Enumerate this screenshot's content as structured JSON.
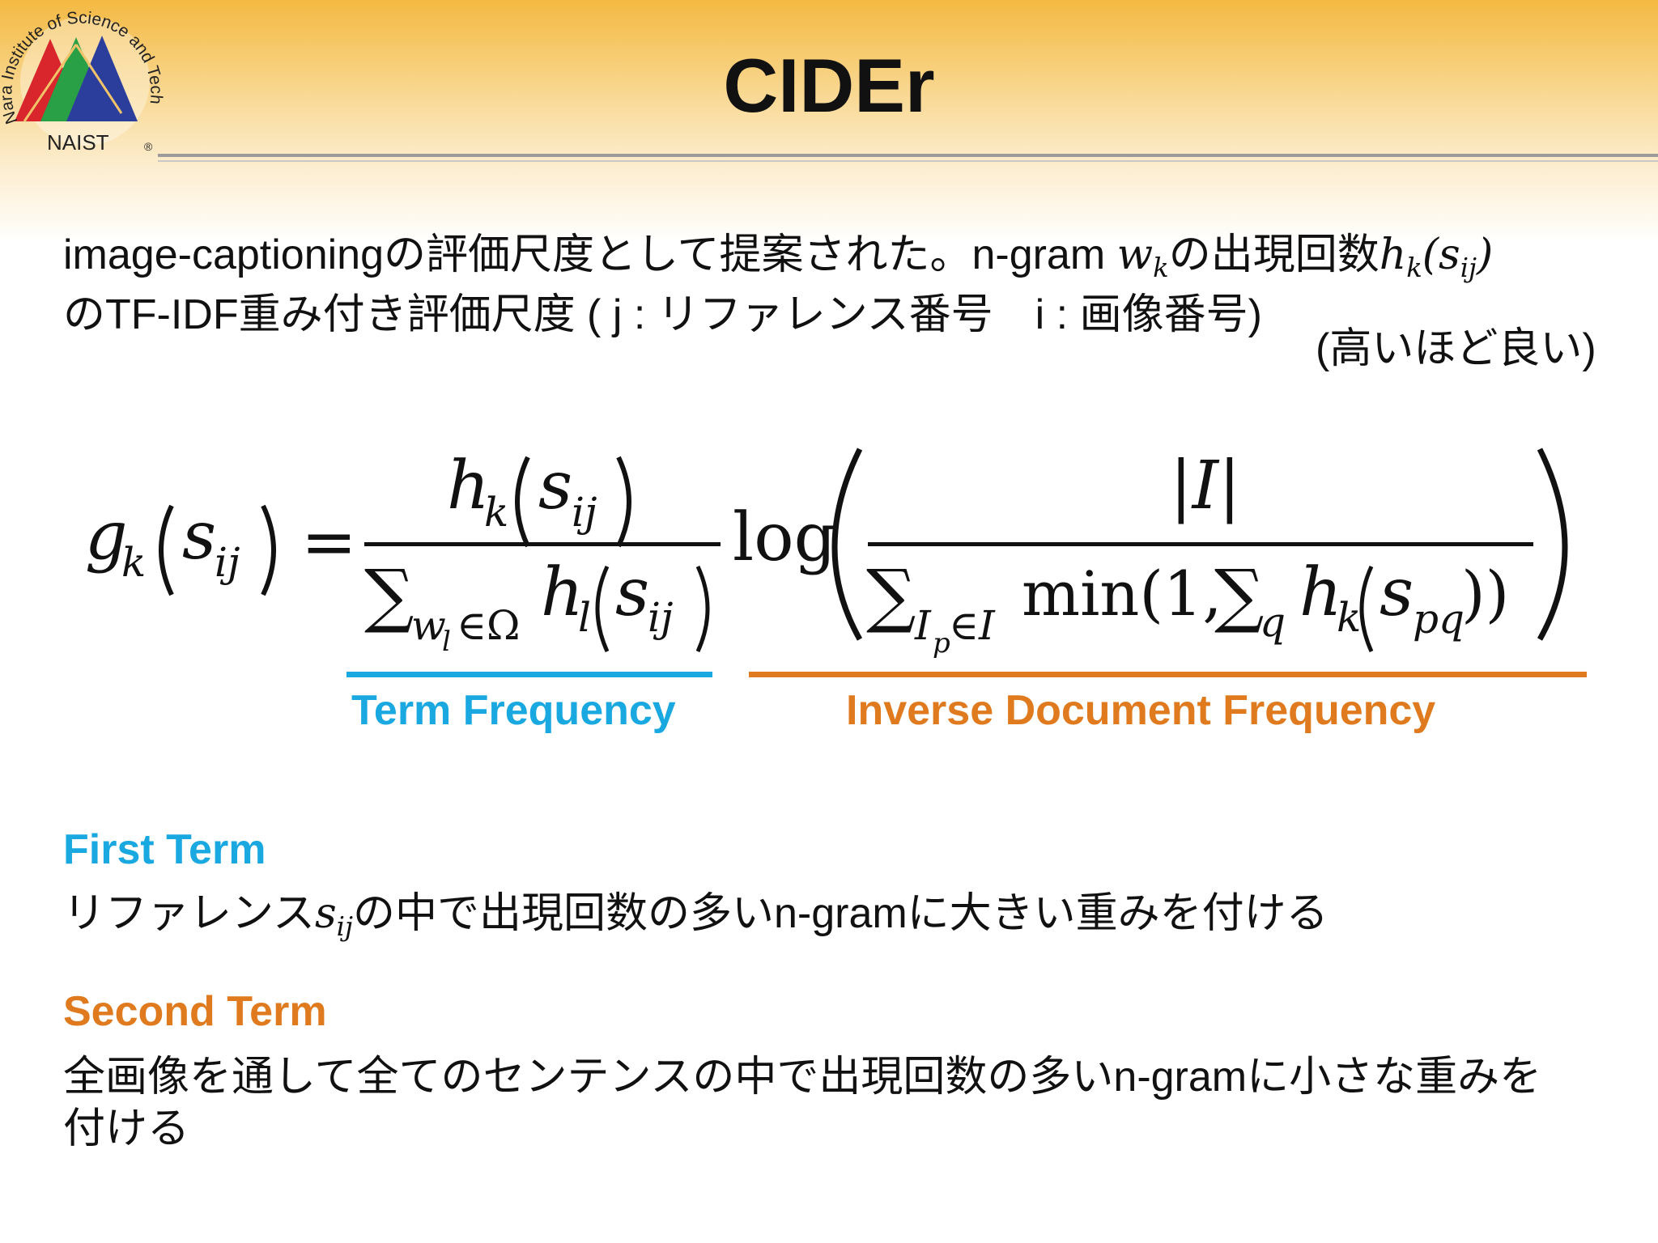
{
  "title": "CIDEr",
  "logo": {
    "org_text": "Nara Institute of Science and Technology",
    "abbr": "NAIST",
    "mark": "®"
  },
  "intro": {
    "line1_a": "image-captioningの評価尺度として提案された。n-gram ",
    "wk_base": "w",
    "wk_sub": "k",
    "line1_b": "の出現回数",
    "hk_base": "h",
    "hk_sub": "k",
    "hk_arg_open": "(s",
    "hk_arg_sub": "ij",
    "hk_arg_close": ")",
    "line2": "のTF-IDF重み付き評価尺度 ( j : リファレンス番号　i : 画像番号)",
    "note": "(高いほど良い)"
  },
  "formula": {
    "lhs": "g",
    "lhs_sub": "k",
    "lhs_arg": "s",
    "lhs_arg_sub": "ij",
    "equals": "=",
    "tf_num": "h",
    "tf_num_sub": "k",
    "tf_num_arg": "s",
    "tf_num_arg_sub": "ij",
    "tf_den_sum": "∑",
    "tf_den_sum_sub": "w",
    "tf_den_sum_sub2": "l",
    "tf_den_sum_sub3": "∈Ω",
    "tf_den_h": "h",
    "tf_den_h_sub": "l",
    "tf_den_arg": "s",
    "tf_den_arg_sub": "ij",
    "log": "log",
    "idf_num": "|I|",
    "idf_den_sum": "∑",
    "idf_den_sum_sub": "I",
    "idf_den_sum_sub2": "p",
    "idf_den_sum_sub3": "∈I",
    "idf_den_min": "min(1,",
    "idf_den_sum2": "∑",
    "idf_den_sum2_sub": "q",
    "idf_den_h": "h",
    "idf_den_h_sub": "k",
    "idf_den_arg": "s",
    "idf_den_arg_sub": "pq",
    "idf_den_close": "))"
  },
  "labels": {
    "tf": "Term Frequency",
    "idf": "Inverse Document Frequency",
    "tf_color": "#1aa8e0",
    "idf_color": "#e07a1e"
  },
  "first_term": {
    "heading": "First Term",
    "text_a": "リファレンス",
    "s_base": "s",
    "s_sub": "ij",
    "text_b": "の中で出現回数の多いn-gramに大きい重みを付ける"
  },
  "second_term": {
    "heading": "Second Term",
    "line1": "全画像を通して全てのセンテンスの中で出現回数の多いn-gramに小さな重みを",
    "line2": "付ける"
  }
}
